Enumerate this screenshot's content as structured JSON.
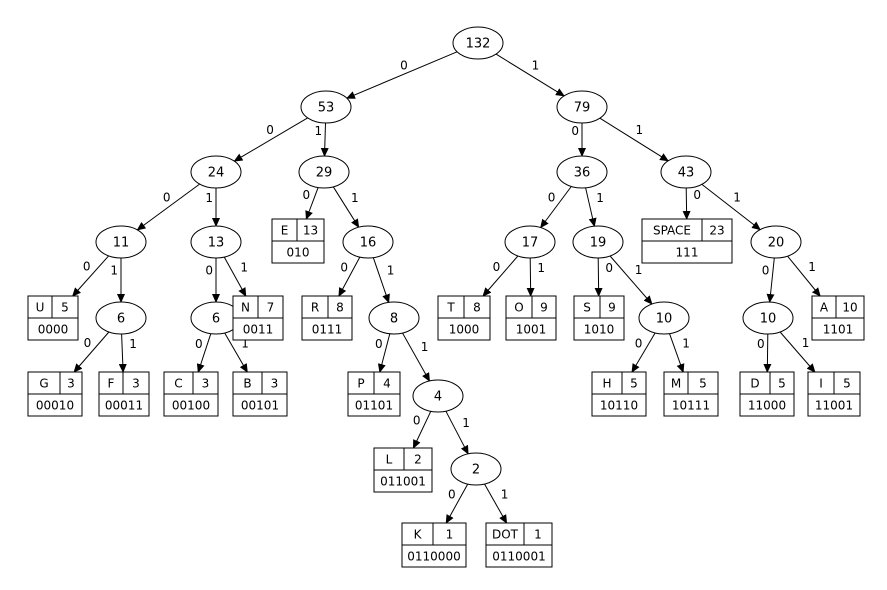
{
  "tree": {
    "internal_nodes": [
      {
        "id": "n132",
        "weight": "132"
      },
      {
        "id": "n53",
        "weight": "53"
      },
      {
        "id": "n79",
        "weight": "79"
      },
      {
        "id": "n24",
        "weight": "24"
      },
      {
        "id": "n29",
        "weight": "29"
      },
      {
        "id": "n36",
        "weight": "36"
      },
      {
        "id": "n43",
        "weight": "43"
      },
      {
        "id": "n11",
        "weight": "11"
      },
      {
        "id": "n13",
        "weight": "13"
      },
      {
        "id": "n16",
        "weight": "16"
      },
      {
        "id": "n17",
        "weight": "17"
      },
      {
        "id": "n19",
        "weight": "19"
      },
      {
        "id": "n20",
        "weight": "20"
      },
      {
        "id": "n6a",
        "weight": "6"
      },
      {
        "id": "n6b",
        "weight": "6"
      },
      {
        "id": "n8",
        "weight": "8"
      },
      {
        "id": "n10a",
        "weight": "10"
      },
      {
        "id": "n10b",
        "weight": "10"
      },
      {
        "id": "n4",
        "weight": "4"
      },
      {
        "id": "n2",
        "weight": "2"
      }
    ],
    "leaves": [
      {
        "id": "U",
        "symbol": "U",
        "count": "5",
        "code": "0000"
      },
      {
        "id": "G",
        "symbol": "G",
        "count": "3",
        "code": "00010"
      },
      {
        "id": "F",
        "symbol": "F",
        "count": "3",
        "code": "00011"
      },
      {
        "id": "C",
        "symbol": "C",
        "count": "3",
        "code": "00100"
      },
      {
        "id": "B",
        "symbol": "B",
        "count": "3",
        "code": "00101"
      },
      {
        "id": "N",
        "symbol": "N",
        "count": "7",
        "code": "0011"
      },
      {
        "id": "E",
        "symbol": "E",
        "count": "13",
        "code": "010"
      },
      {
        "id": "R",
        "symbol": "R",
        "count": "8",
        "code": "0111"
      },
      {
        "id": "P",
        "symbol": "P",
        "count": "4",
        "code": "01101"
      },
      {
        "id": "L",
        "symbol": "L",
        "count": "2",
        "code": "011001"
      },
      {
        "id": "K",
        "symbol": "K",
        "count": "1",
        "code": "0110000"
      },
      {
        "id": "DOT",
        "symbol": "DOT",
        "count": "1",
        "code": "0110001"
      },
      {
        "id": "T",
        "symbol": "T",
        "count": "8",
        "code": "1000"
      },
      {
        "id": "O",
        "symbol": "O",
        "count": "9",
        "code": "1001"
      },
      {
        "id": "S",
        "symbol": "S",
        "count": "9",
        "code": "1010"
      },
      {
        "id": "H",
        "symbol": "H",
        "count": "5",
        "code": "10110"
      },
      {
        "id": "M",
        "symbol": "M",
        "count": "5",
        "code": "10111"
      },
      {
        "id": "SPACE",
        "symbol": "SPACE",
        "count": "23",
        "code": "111"
      },
      {
        "id": "D",
        "symbol": "D",
        "count": "5",
        "code": "11000"
      },
      {
        "id": "I",
        "symbol": "I",
        "count": "5",
        "code": "11001"
      },
      {
        "id": "A",
        "symbol": "A",
        "count": "10",
        "code": "1101"
      }
    ],
    "edges": [
      {
        "from": "n132",
        "to": "n53",
        "label": "0"
      },
      {
        "from": "n132",
        "to": "n79",
        "label": "1"
      },
      {
        "from": "n53",
        "to": "n24",
        "label": "0"
      },
      {
        "from": "n53",
        "to": "n29",
        "label": "1"
      },
      {
        "from": "n79",
        "to": "n36",
        "label": "0"
      },
      {
        "from": "n79",
        "to": "n43",
        "label": "1"
      },
      {
        "from": "n24",
        "to": "n11",
        "label": "0"
      },
      {
        "from": "n24",
        "to": "n13",
        "label": "1"
      },
      {
        "from": "n29",
        "to": "E",
        "label": "0"
      },
      {
        "from": "n29",
        "to": "n16",
        "label": "1"
      },
      {
        "from": "n36",
        "to": "n17",
        "label": "0"
      },
      {
        "from": "n36",
        "to": "n19",
        "label": "1"
      },
      {
        "from": "n43",
        "to": "SPACE",
        "label": "0"
      },
      {
        "from": "n43",
        "to": "n20",
        "label": "1"
      },
      {
        "from": "n11",
        "to": "U",
        "label": "0"
      },
      {
        "from": "n11",
        "to": "n6a",
        "label": "1"
      },
      {
        "from": "n13",
        "to": "n6b",
        "label": "0"
      },
      {
        "from": "n13",
        "to": "N",
        "label": "1"
      },
      {
        "from": "n16",
        "to": "R",
        "label": "0"
      },
      {
        "from": "n16",
        "to": "n8",
        "label": "1"
      },
      {
        "from": "n17",
        "to": "T",
        "label": "0"
      },
      {
        "from": "n17",
        "to": "O",
        "label": "1"
      },
      {
        "from": "n19",
        "to": "S",
        "label": "0"
      },
      {
        "from": "n19",
        "to": "n10a",
        "label": "1"
      },
      {
        "from": "n20",
        "to": "n10b",
        "label": "0"
      },
      {
        "from": "n20",
        "to": "A",
        "label": "1"
      },
      {
        "from": "n6a",
        "to": "G",
        "label": "0"
      },
      {
        "from": "n6a",
        "to": "F",
        "label": "1"
      },
      {
        "from": "n6b",
        "to": "C",
        "label": "0"
      },
      {
        "from": "n6b",
        "to": "B",
        "label": "1"
      },
      {
        "from": "n8",
        "to": "P",
        "label": "0"
      },
      {
        "from": "n8",
        "to": "n4",
        "label": "1"
      },
      {
        "from": "n10a",
        "to": "H",
        "label": "0"
      },
      {
        "from": "n10a",
        "to": "M",
        "label": "1"
      },
      {
        "from": "n10b",
        "to": "D",
        "label": "0"
      },
      {
        "from": "n10b",
        "to": "I",
        "label": "1"
      },
      {
        "from": "n4",
        "to": "L",
        "label": "0"
      },
      {
        "from": "n4",
        "to": "n2",
        "label": "1"
      },
      {
        "from": "n2",
        "to": "K",
        "label": "0"
      },
      {
        "from": "n2",
        "to": "DOT",
        "label": "1"
      }
    ]
  }
}
